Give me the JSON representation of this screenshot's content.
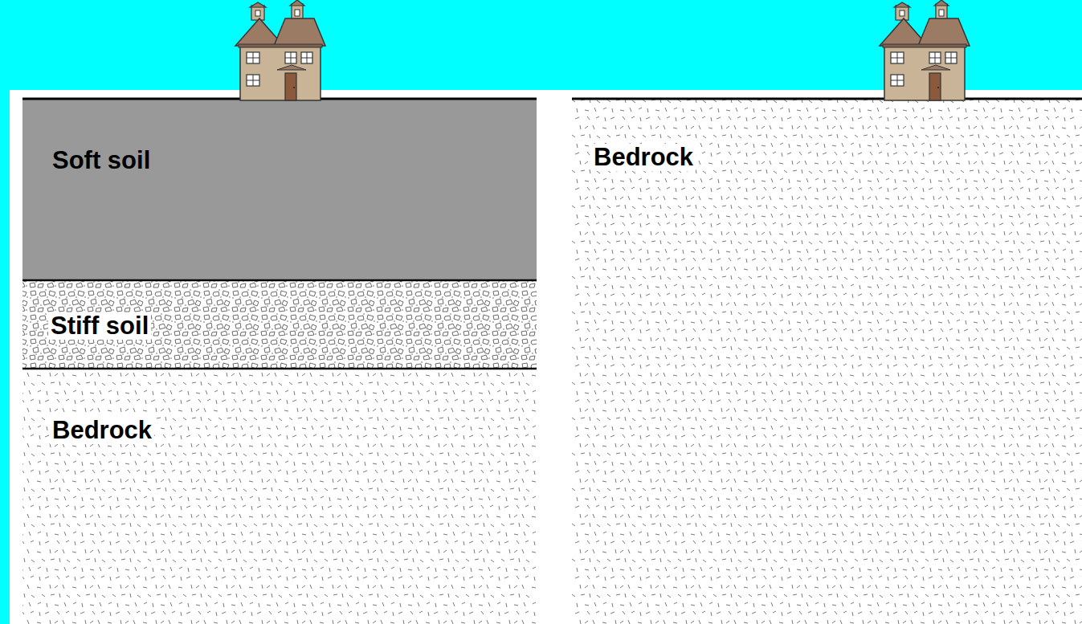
{
  "diagram": {
    "nodes": [
      {
        "text": [
          "Soft soil"
        ]
      },
      {
        "text": [
          "Stiff soil"
        ]
      },
      {
        "text": [
          "Bedrock"
        ]
      },
      {
        "text": [
          "Bedrock"
        ]
      }
    ]
  }
}
